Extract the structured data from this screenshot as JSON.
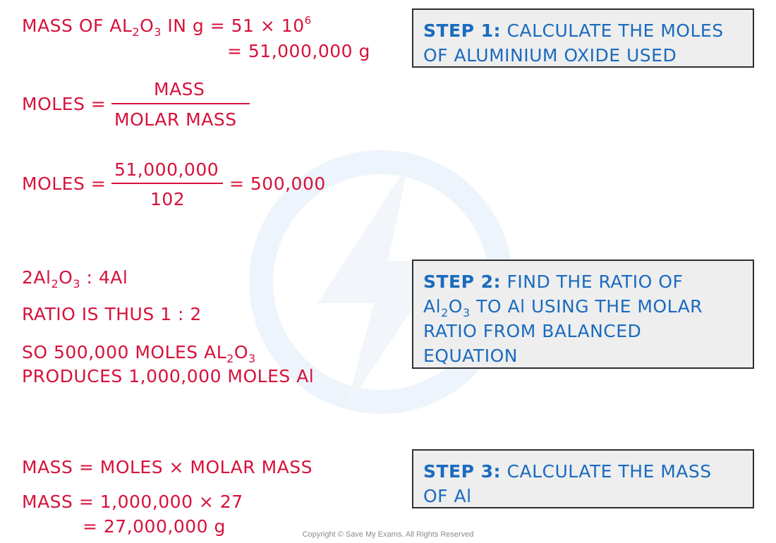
{
  "step1": {
    "mass_label": "MASS OF AL",
    "mass_sub1": "2",
    "mass_O": "O",
    "mass_sub2": "3",
    "mass_in": " IN g = 51 × 10",
    "mass_exp": "6",
    "mass_result": "= 51,000,000 g",
    "moles_label": "MOLES =",
    "frac_num": "MASS",
    "frac_den": "MOLAR  MASS",
    "moles_label2": "MOLES =",
    "frac2_num": "51,000,000",
    "frac2_den": "102",
    "frac2_result": "= 500,000",
    "box_title": "STEP 1:",
    "box_text_a": " CALCULATE  THE  MOLES",
    "box_text_b": "OF  ALUMINIUM  OXIDE  USED"
  },
  "step2": {
    "ratio_a": "2Al",
    "ratio_sub1": "2",
    "ratio_O": "O",
    "ratio_sub2": "3",
    "ratio_b": " : 4Al",
    "ratio_line": "RATIO  IS  THUS  1 : 2",
    "so_line_a": "SO  500,000  MOLES  AL",
    "so_sub1": "2",
    "so_O": "O",
    "so_sub2": "3",
    "produces_line": "PRODUCES  1,000,000  MOLES  Al",
    "box_title": "STEP 2:",
    "box_text_a": " FIND  THE  RATIO  OF",
    "box_l2_a": "Al",
    "box_l2_sub1": "2",
    "box_l2_O": "O",
    "box_l2_sub2": "3",
    "box_l2_b": " TO  Al  USING  THE  MOLAR",
    "box_text_c": "RATIO  FROM  BALANCED",
    "box_text_d": "EQUATION"
  },
  "step3": {
    "formula_line": "MASS = MOLES × MOLAR  MASS",
    "calc_line": "MASS = 1,000,000 × 27",
    "result_line": "= 27,000,000 g",
    "box_title": "STEP 3:",
    "box_text_a": " CALCULATE  THE  MASS",
    "box_text_b": "OF  Al"
  },
  "footer": {
    "copyright": "Copyright © Save My Exams. All Rights Reserved"
  },
  "colors": {
    "working_text": "#d6123b",
    "step_text": "#1a6bbf",
    "box_fill": "#eeeeee",
    "box_border": "#2f2f2f"
  }
}
